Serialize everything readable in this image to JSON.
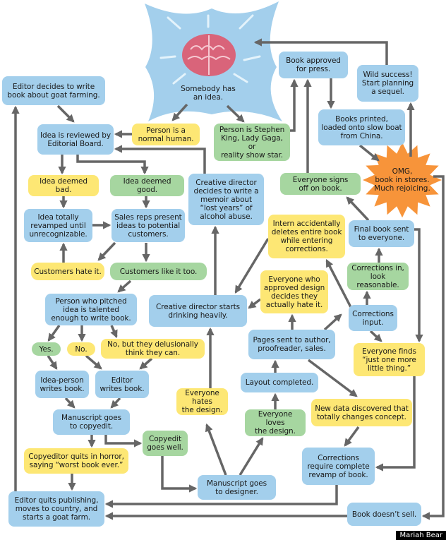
{
  "colors": {
    "blue": "#a3cfec",
    "yellow": "#fde774",
    "green": "#a6d6a0",
    "orange": "#f7943a",
    "arrow": "#666666",
    "brain": "#d9647a"
  },
  "start": {
    "text": "Somebody has\nan idea."
  },
  "omg": {
    "text": "OMG,\nbook in stores.\nMuch rejoicing."
  },
  "credit": "Mariah Bear",
  "nodes": [
    {
      "id": "goat-farming-idea",
      "color": "blue",
      "text": "Editor decides to write\nbook about goat farming."
    },
    {
      "id": "editorial-review",
      "color": "blue",
      "text": "Idea is reviewed by\nEditorial Board."
    },
    {
      "id": "normal-human",
      "color": "yellow",
      "text": "Person is a\nnormal human."
    },
    {
      "id": "celebrity",
      "color": "green",
      "text": "Person is Stephen\nKing, Lady Gaga, or\nreality show star."
    },
    {
      "id": "approved-for-press",
      "color": "blue",
      "text": "Book approved\nfor press."
    },
    {
      "id": "wild-success",
      "color": "blue",
      "text": "Wild success!\nStart planning\na sequel."
    },
    {
      "id": "books-printed",
      "color": "blue",
      "text": "Books printed,\nloaded onto slow boat\nfrom China."
    },
    {
      "id": "signs-off",
      "color": "green",
      "text": "Everyone signs\noff on book."
    },
    {
      "id": "memoir",
      "color": "blue",
      "text": "Creative director\ndecides to write a\nmemoir about\n“lost years” of\nalcohol abuse."
    },
    {
      "id": "deemed-bad",
      "color": "yellow",
      "text": "Idea deemed\nbad."
    },
    {
      "id": "deemed-good",
      "color": "green",
      "text": "Idea deemed\ngood."
    },
    {
      "id": "revamped",
      "color": "blue",
      "text": "Idea totally\nrevamped until\nunrecognizable."
    },
    {
      "id": "sales-reps",
      "color": "blue",
      "text": "Sales reps present\nideas to potential\ncustomers."
    },
    {
      "id": "intern-deletes",
      "color": "yellow",
      "text": "Intern accidentally\ndeletes entire book\nwhile entering\ncorrections."
    },
    {
      "id": "final-book-sent",
      "color": "blue",
      "text": "Final book sent\nto everyone."
    },
    {
      "id": "customers-hate",
      "color": "yellow",
      "text": "Customers hate it."
    },
    {
      "id": "customers-like",
      "color": "green",
      "text": "Customers like it too."
    },
    {
      "id": "corrections-in",
      "color": "green",
      "text": "Corrections in,\nlook reasonable."
    },
    {
      "id": "talented-pitcher",
      "color": "blue",
      "text": "Person who pitched\nidea is talented\nenough to write book."
    },
    {
      "id": "director-drinking",
      "color": "blue",
      "text": "Creative director starts\ndrinking heavily."
    },
    {
      "id": "approvers-hate-design",
      "color": "yellow",
      "text": "Everyone who\napproved design\ndecides they\nactually hate it."
    },
    {
      "id": "corrections-input",
      "color": "blue",
      "text": "Corrections\ninput."
    },
    {
      "id": "pages-sent",
      "color": "blue",
      "text": "Pages sent to author,\nproofreader, sales."
    },
    {
      "id": "one-more-thing",
      "color": "yellow",
      "text": "Everyone finds\n“just one more\nlittle thing.”"
    },
    {
      "id": "answer-yes",
      "color": "green",
      "text": "Yes."
    },
    {
      "id": "answer-no",
      "color": "yellow",
      "text": "No."
    },
    {
      "id": "answer-delusional",
      "color": "yellow",
      "text": "No, but they delusionally\nthink they can."
    },
    {
      "id": "idea-person-writes",
      "color": "blue",
      "text": "Idea-person\nwrites book."
    },
    {
      "id": "editor-writes",
      "color": "blue",
      "text": "Editor\nwrites book."
    },
    {
      "id": "layout-completed",
      "color": "blue",
      "text": "Layout completed."
    },
    {
      "id": "everyone-hates-design",
      "color": "yellow",
      "text": "Everyone hates\nthe design."
    },
    {
      "id": "new-data",
      "color": "yellow",
      "text": "New data discovered that\ntotally changes concept."
    },
    {
      "id": "to-copyedit",
      "color": "blue",
      "text": "Manuscript goes\nto copyedit."
    },
    {
      "id": "everyone-loves-design",
      "color": "green",
      "text": "Everyone loves\nthe design."
    },
    {
      "id": "copyedit-well",
      "color": "green",
      "text": "Copyedit\ngoes well."
    },
    {
      "id": "copyeditor-quits",
      "color": "yellow",
      "text": "Copyeditor quits in horror,\nsaying “worst book ever.”"
    },
    {
      "id": "complete-revamp",
      "color": "blue",
      "text": "Corrections\nrequire complete\nrevamp of book."
    },
    {
      "id": "to-designer",
      "color": "blue",
      "text": "Manuscript goes\nto designer."
    },
    {
      "id": "editor-quits",
      "color": "blue",
      "text": "Editor quits publishing,\nmoves to country, and\nstarts a goat farm."
    },
    {
      "id": "doesnt-sell",
      "color": "blue",
      "text": "Book doesn’t sell."
    }
  ]
}
